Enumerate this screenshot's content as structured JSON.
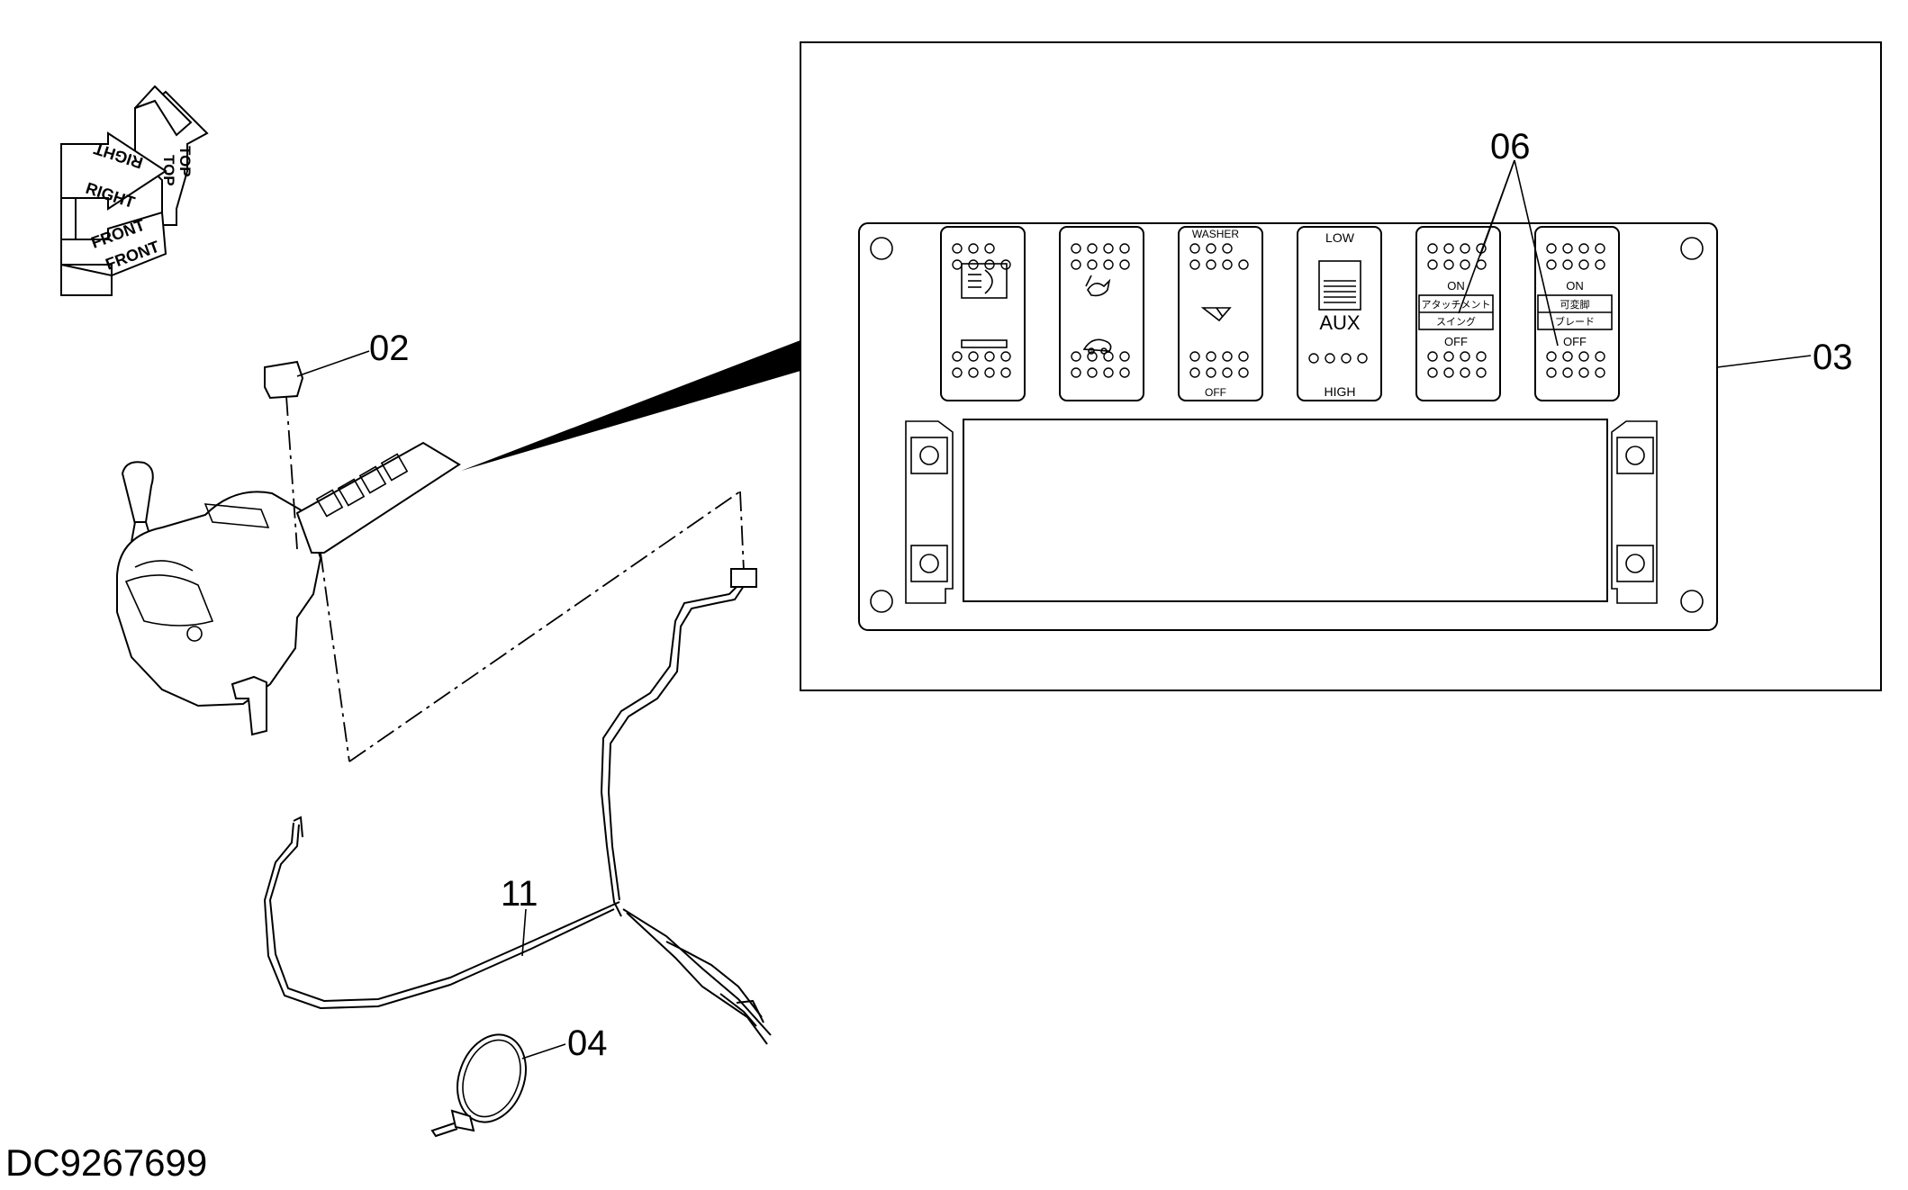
{
  "callouts": {
    "c02": "02",
    "c03": "03",
    "c04": "04",
    "c06": "06",
    "c11": "11"
  },
  "drawing_id": "DC9267699",
  "orientation": {
    "top": "TOP",
    "right": "RIGHT",
    "front": "FRONT"
  },
  "switches": {
    "washer": "WASHER",
    "washer_off": "OFF",
    "low": "LOW",
    "aux": "AUX",
    "high": "HIGH",
    "sw5_on": "ON",
    "sw5_label_top": "アタッチメント",
    "sw5_label_bottom": "スイング",
    "sw5_off": "OFF",
    "sw6_on": "ON",
    "sw6_label_top": "可変脚",
    "sw6_label_bottom": "ブレード",
    "sw6_off": "OFF"
  }
}
